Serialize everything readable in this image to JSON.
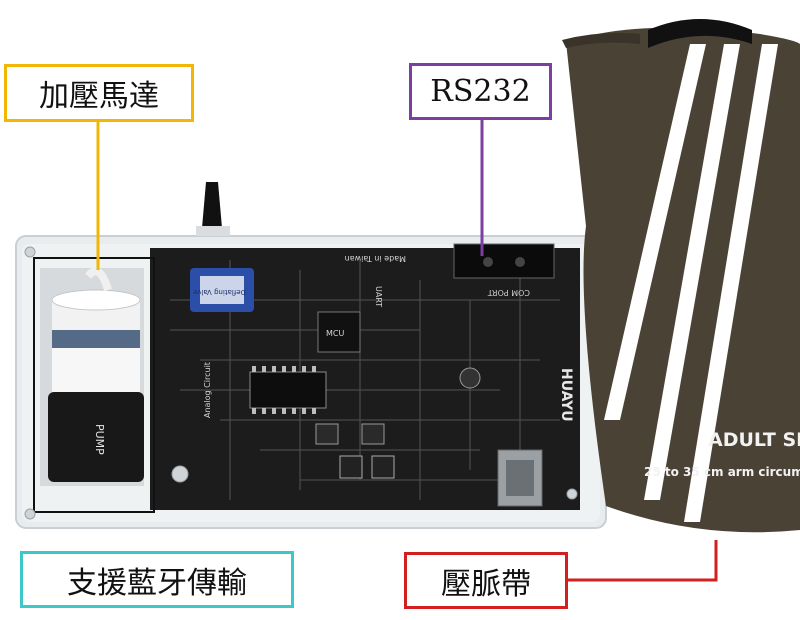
{
  "labels": {
    "pump": "加壓馬達",
    "rs232": "RS232",
    "bluetooth": "支援藍牙傳輸",
    "cuff": "壓脈帶"
  },
  "device_text": {
    "brand": "HUAYU",
    "pump": "PUMP",
    "valve": "Deflating Valve",
    "made_in": "Made in Taiwan",
    "com_port": "COM PORT",
    "uart": "UART",
    "mcu": "MCU",
    "circuit": "Analog Circuit",
    "cuff_size": "ADULT SIZE",
    "cuff_range": "25 to 35 cm arm circum"
  },
  "colors": {
    "pump_label": "#f2b705",
    "rs232_label": "#7a3fa0",
    "bluetooth_label": "#3cc8c8",
    "cuff_label": "#d21f1f",
    "cuff_fabric": "#4b4236",
    "pcb": "#1c1c1c"
  }
}
